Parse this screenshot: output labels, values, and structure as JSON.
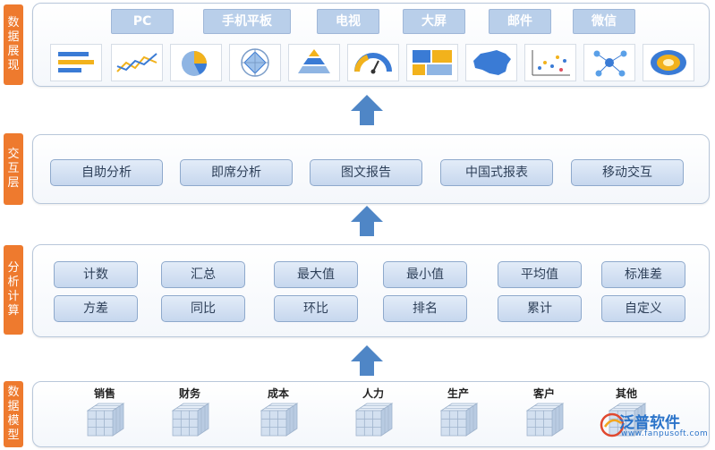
{
  "layers": {
    "display": {
      "label": "数据展现",
      "channels": [
        "PC",
        "手机平板",
        "电视",
        "大屏",
        "邮件",
        "微信"
      ]
    },
    "interaction": {
      "label": "交互层",
      "items": [
        "自助分析",
        "即席分析",
        "图文报告",
        "中国式报表",
        "移动交互"
      ]
    },
    "analysis": {
      "label": "分析计算",
      "row1": [
        "计数",
        "汇总",
        "最大值",
        "最小值",
        "平均值",
        "标准差"
      ],
      "row2": [
        "方差",
        "同比",
        "环比",
        "排名",
        "累计",
        "自定义"
      ]
    },
    "model": {
      "label": "数据模型",
      "items": [
        "销售",
        "财务",
        "成本",
        "人力",
        "生产",
        "客户",
        "其他"
      ]
    }
  },
  "icons": [
    "bar-chart-icon",
    "line-chart-icon",
    "pie-chart-icon",
    "radar-chart-icon",
    "pyramid-chart-icon",
    "gauge-chart-icon",
    "treemap-chart-icon",
    "china-map-icon",
    "scatter-chart-icon",
    "network-graph-icon",
    "heat-map-icon"
  ],
  "logo": {
    "name": "泛普软件",
    "url": "www.fanpusoft.com"
  },
  "colors": {
    "side_label": "#ee7a2e",
    "pill": "#c6d7ee",
    "arrow": "#4f86c6",
    "cube": "#c7d6ea"
  }
}
